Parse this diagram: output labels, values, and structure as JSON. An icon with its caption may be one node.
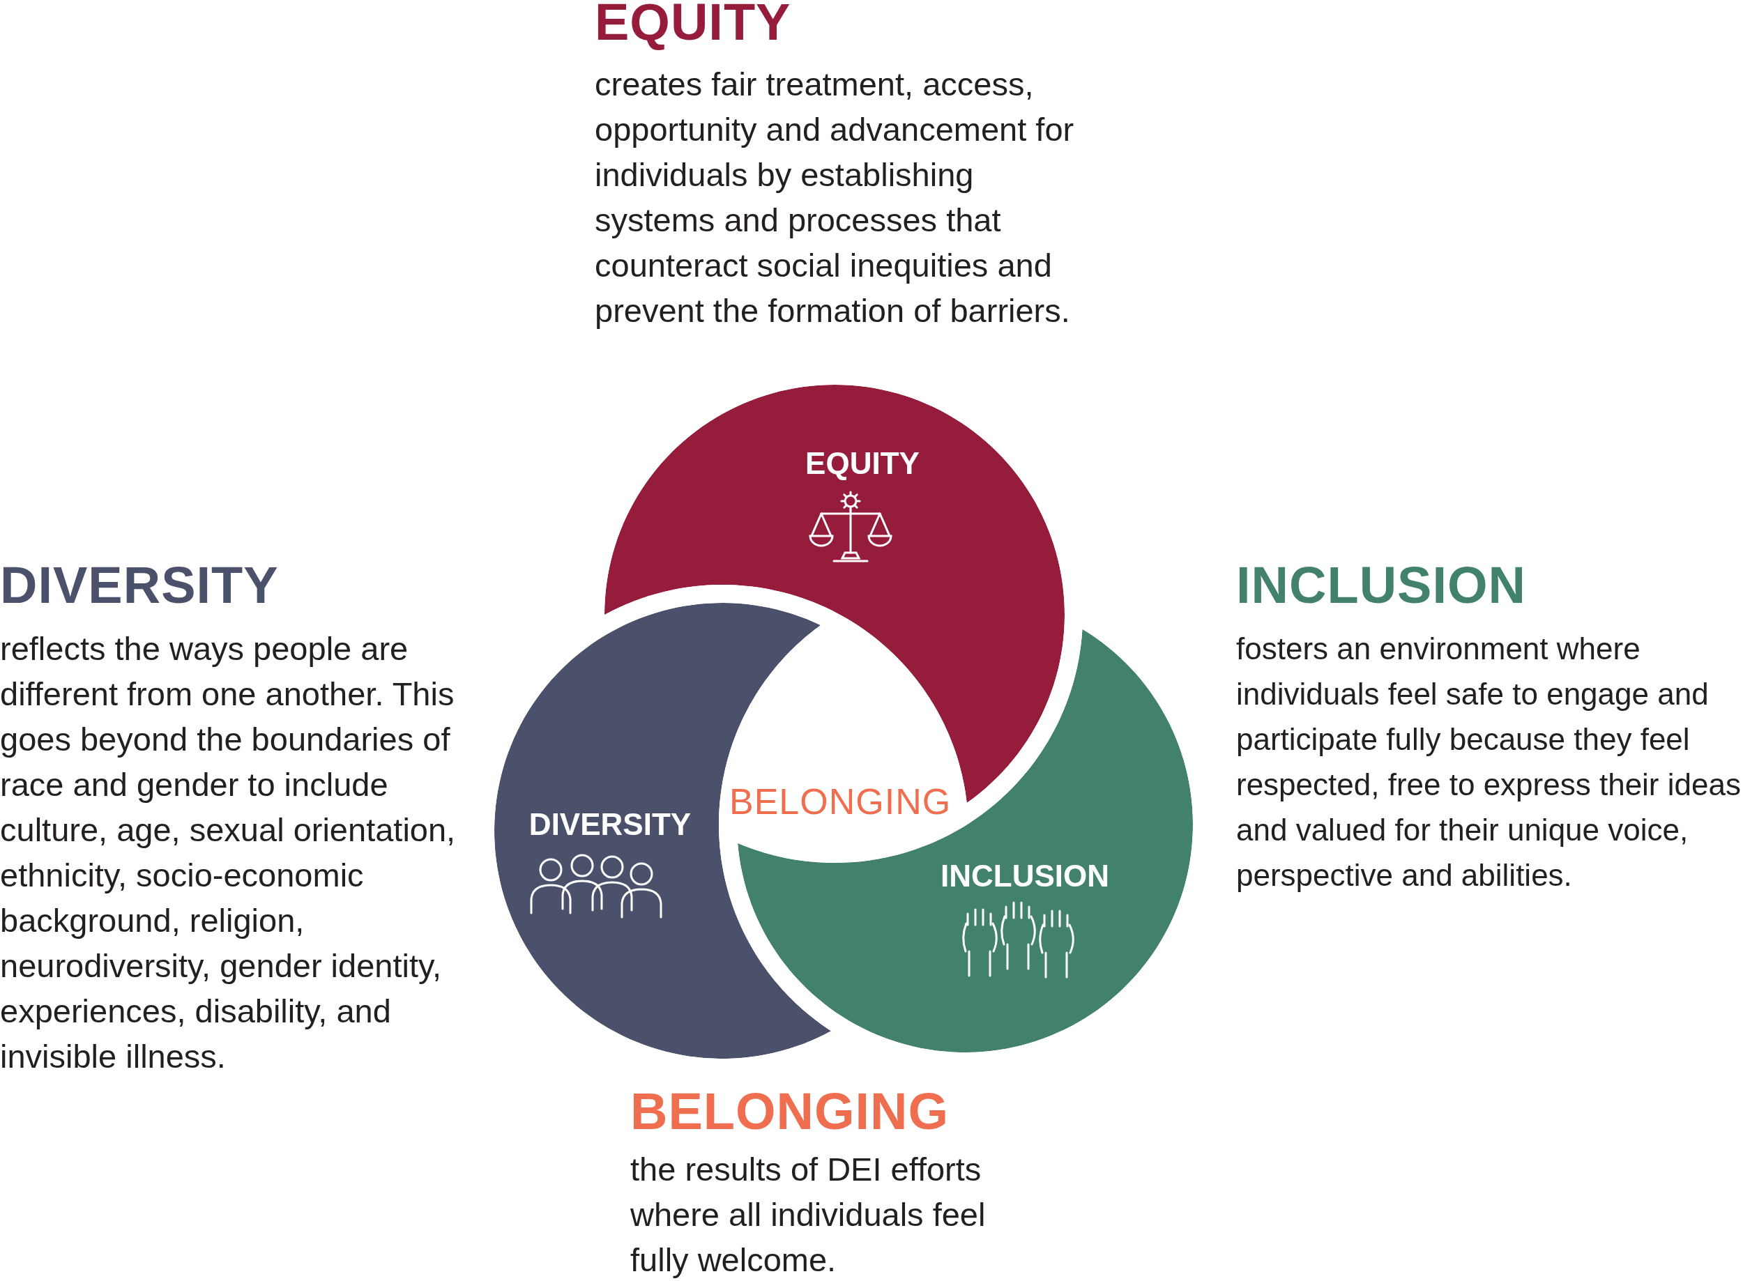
{
  "diagram": {
    "nodes": [
      {
        "text": [
          "EQUITY"
        ]
      },
      {
        "text": [
          "DIVERSITY"
        ]
      },
      {
        "text": [
          "INCLUSION"
        ]
      }
    ],
    "labels": [
      "EQUITY",
      "creates fair treatment, access, opportunity and advancement for individuals by establishing systems and processes that counteract social inequities and prevent the formation of barriers.",
      "DIVERSITY",
      "reflects the ways people are different from one another. This goes beyond the boundaries of race and gender to include culture, age, sexual orientation, ethnicity, socio-economic background, religion, neurodiversity, gender identity, experiences, disability, and invisible illness.",
      "INCLUSION",
      "fosters an environment where individuals feel safe to engage and participate fully because they feel respected, free to express their ideas and valued for their unique voice, perspective and abilities.",
      "BELONGING",
      "BELONGING",
      "the results of DEI efforts where all individuals feel fully welcome."
    ]
  }
}
